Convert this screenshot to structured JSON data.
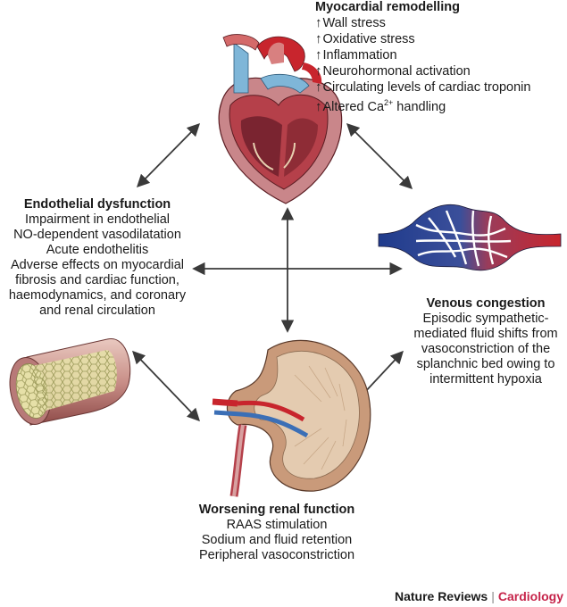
{
  "myocardial": {
    "title": "Myocardial remodelling",
    "items": [
      "Wall stress",
      "Oxidative stress",
      "Inflammation",
      "Neurohormonal activation",
      "Circulating levels of cardiac troponin",
      "Altered Ca2+ handling"
    ],
    "ca_prefix": "Altered Ca",
    "ca_sup": "2+",
    "ca_suffix": " handling"
  },
  "endothelial": {
    "title": "Endothelial dysfunction",
    "lines": [
      "Impairment in endothelial",
      "NO-dependent vasodilatation",
      "Acute endothelitis",
      "Adverse effects on myocardial",
      "fibrosis and cardiac function,",
      "haemodynamics, and coronary",
      "and renal circulation"
    ]
  },
  "venous": {
    "title": "Venous congestion",
    "lines": [
      "Episodic sympathetic-",
      "mediated fluid shifts from",
      "vasoconstriction of the",
      "splanchnic bed owing to",
      "intermittent hypoxia"
    ]
  },
  "renal": {
    "title": "Worsening renal function",
    "lines": [
      "RAAS stimulation",
      "Sodium and fluid retention",
      "Peripheral vasoconstriction"
    ]
  },
  "footer": {
    "brand": "Nature Reviews",
    "separator": "|",
    "journal": "Cardiology"
  },
  "colors": {
    "arrow": "#3a3a3a",
    "heart_red": "#b5404a",
    "heart_dark": "#7a2430",
    "vessel_blue": "#7fb6d8",
    "vein_blue": "#1f3b8c",
    "artery_red": "#c8252d",
    "kidney_tan": "#d9b99b",
    "endothelium_yellow": "#e6e0a8",
    "journal_accent": "#c6244a"
  }
}
